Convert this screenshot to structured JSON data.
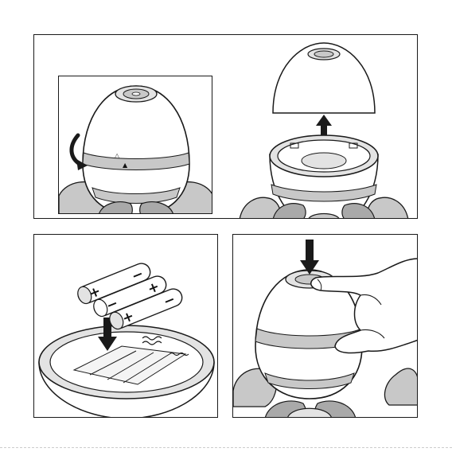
{
  "figure": {
    "panels": [
      {
        "id": "step-1",
        "content": "twist-off-cap"
      },
      {
        "id": "step-2",
        "content": "lift-off-cap"
      },
      {
        "id": "step-3",
        "content": "insert-batteries"
      },
      {
        "id": "step-4",
        "content": "press-power-button"
      }
    ],
    "battery_symbols": {
      "plus": "+",
      "minus": "−"
    },
    "alignment_marks": {
      "open": "△",
      "close": "▲"
    },
    "colors": {
      "line": "#1a1a1a",
      "light_gray": "#e3e3e3",
      "mid_gray": "#c8c8c8",
      "dark_gray": "#a9a9a9"
    }
  }
}
